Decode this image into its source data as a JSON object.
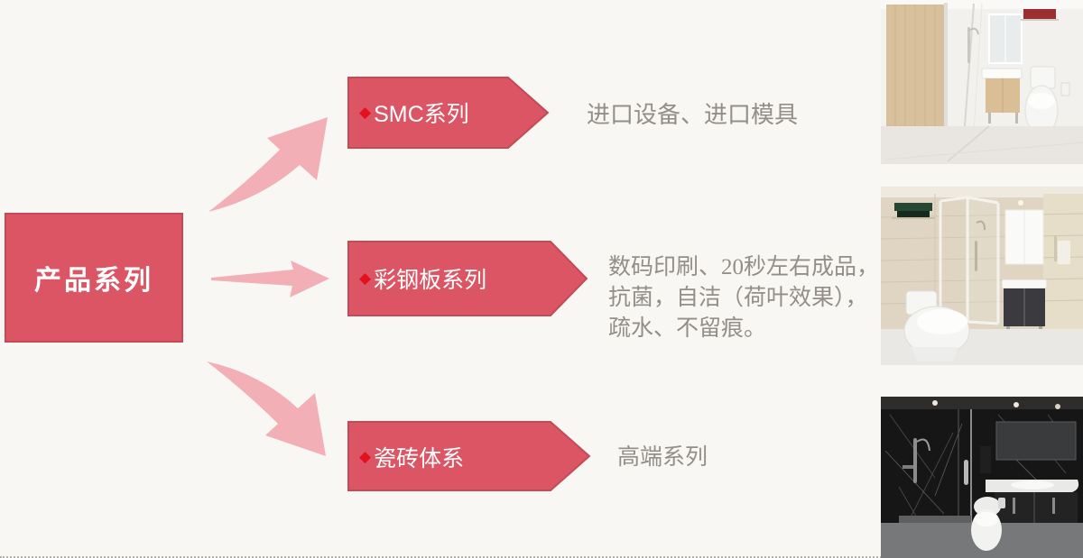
{
  "root_box": {
    "label": "产品系列"
  },
  "branches": [
    {
      "bullet": "◆",
      "label": "SMC系列",
      "description": "进口设备、进口模具"
    },
    {
      "bullet": "◆",
      "label": "彩钢板系列",
      "description_lines": [
        "数码印刷、20秒左右成品，",
        "抗菌，自洁（荷叶效果），",
        "疏水、不留痕。"
      ]
    },
    {
      "bullet": "◆",
      "label": "瓷砖体系",
      "description": "高端系列"
    }
  ],
  "photos": [
    {
      "name": "smc-sample-bathroom",
      "style": "light wood and white integral bathroom"
    },
    {
      "name": "color-steel-sample-bathroom",
      "style": "beige tile bathroom with corner glass shower"
    },
    {
      "name": "tile-sample-bathroom",
      "style": "black marble high-end bathroom"
    }
  ],
  "colors": {
    "background": "#F8F7F4",
    "banner_fill": "#DC5564",
    "banner_border": "#C24B56",
    "bullet_red": "#E3111C",
    "pink_arrow": "#F2AFB6",
    "text_gray": "#938E88"
  }
}
